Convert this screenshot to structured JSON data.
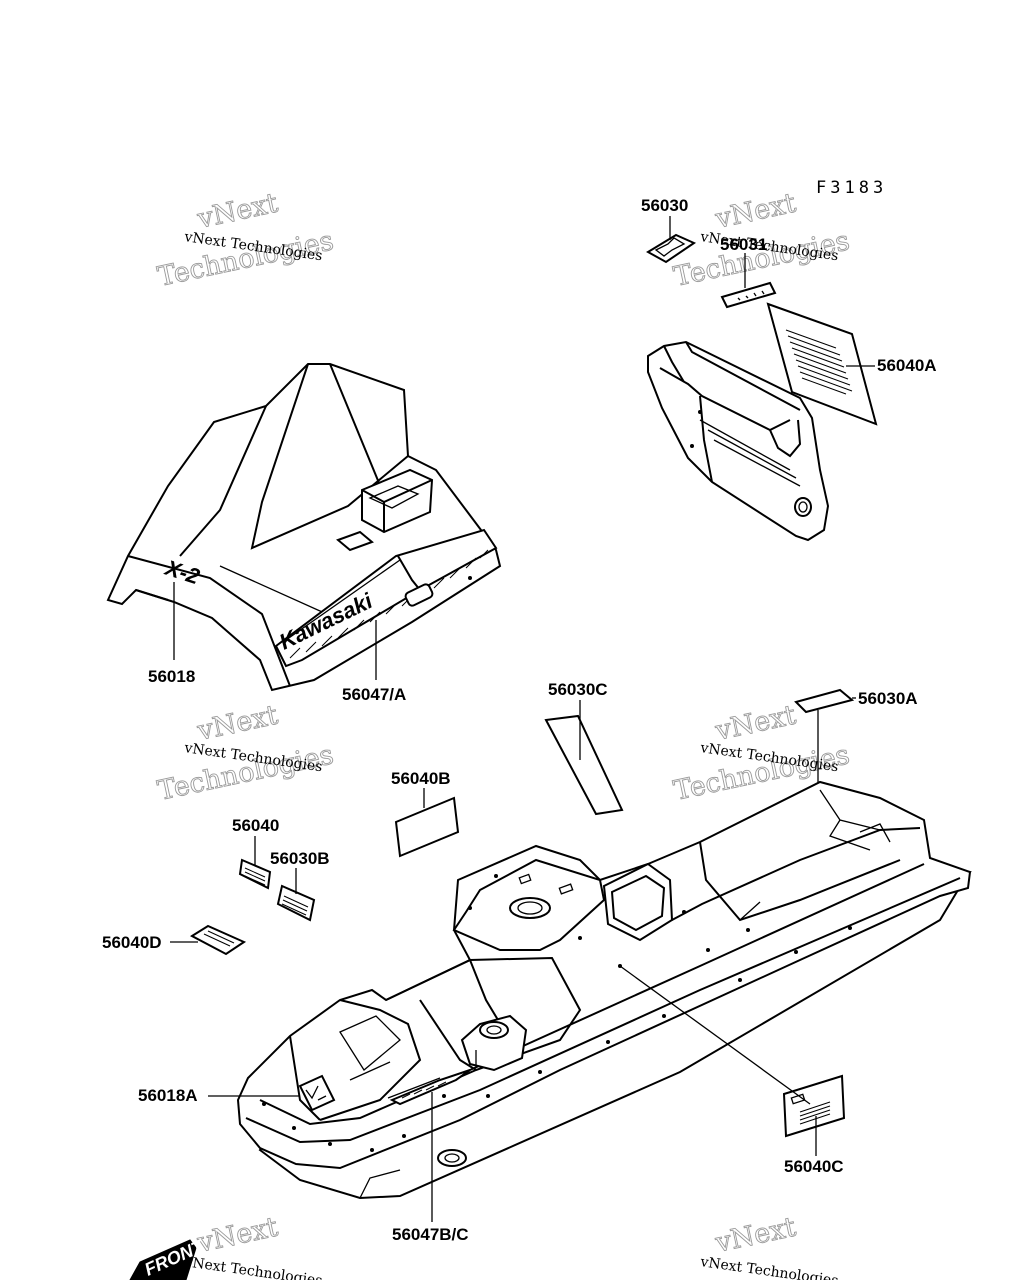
{
  "figure_code": "F3183",
  "parts": {
    "p56030": "56030",
    "p56031": "56031",
    "p56040A": "56040A",
    "p56018": "56018",
    "p56047A": "56047/A",
    "p56030C": "56030C",
    "p56030A": "56030A",
    "p56040B": "56040B",
    "p56040": "56040",
    "p56030B": "56030B",
    "p56040D": "56040D",
    "p56018A": "56018A",
    "p56040C": "56040C",
    "p56047BC": "56047B/C"
  },
  "decals": {
    "x2_logo": "X-2",
    "brand_logo": "Kawasaki",
    "front_tag": "FRONT"
  },
  "watermark": {
    "line": "vNext Technologies",
    "big_top": "vNext",
    "big_bottom": "Technologies"
  }
}
